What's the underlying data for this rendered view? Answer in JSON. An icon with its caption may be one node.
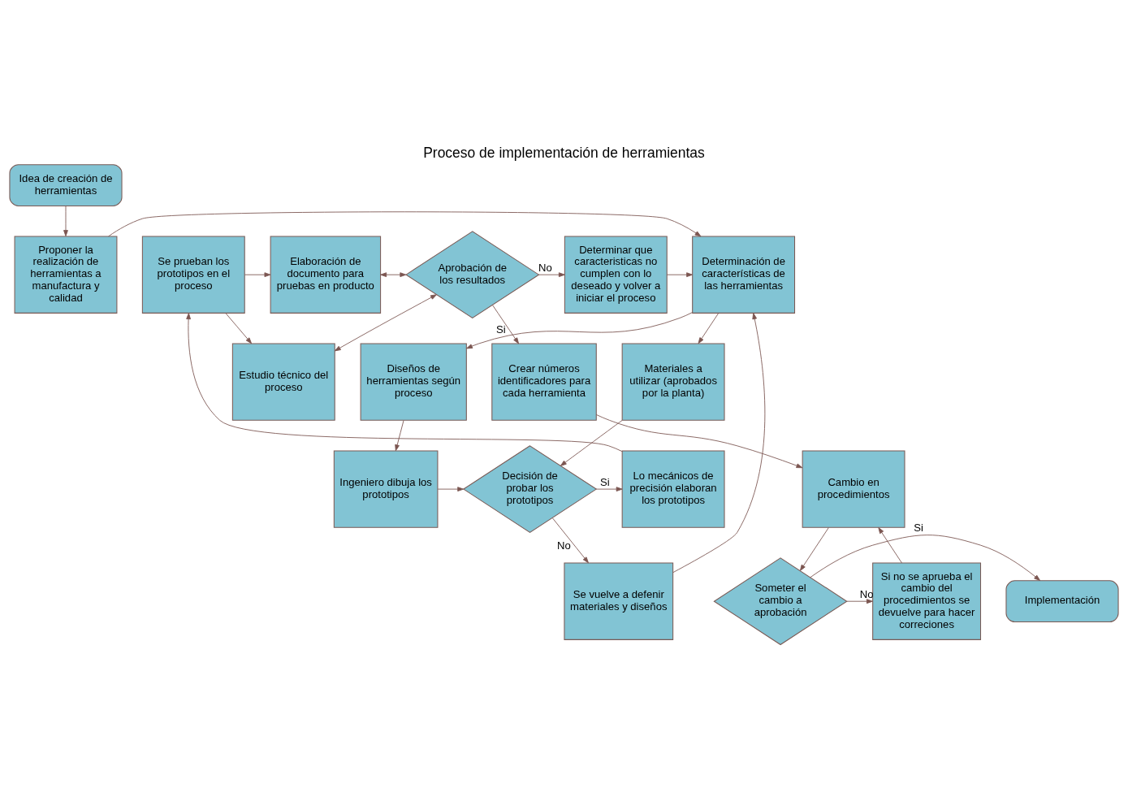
{
  "diagram": {
    "title": "Proceso de implementación de herramientas",
    "nodes": [
      {
        "text": [
          "Idea de creación de herramientas"
        ]
      },
      {
        "text": [
          "Proponer la realización de herramientas a manufactura y calidad"
        ]
      },
      {
        "text": [
          "Determinación de características de las herramientas"
        ]
      },
      {
        "text": [
          "Diseños de herramientas según proceso"
        ]
      },
      {
        "text": [
          "Materiales a utilizar (aprobados por la planta)"
        ]
      },
      {
        "text": [
          "Ingeniero dibuja los prototipos"
        ]
      },
      {
        "text": [
          "Decisión de probar los prototipos"
        ]
      },
      {
        "text": [
          "Lo mecánicos de precisión elaboran los prototipos"
        ]
      },
      {
        "text": [
          "Se vuelve a defenir materiales y diseños"
        ]
      },
      {
        "text": [
          "Se prueban los prototipos en el proceso"
        ]
      },
      {
        "text": [
          "Elaboración de documento para pruebas en producto"
        ]
      },
      {
        "text": [
          "Estudio técnico del proceso"
        ]
      },
      {
        "text": [
          "Aprobación de los resultados"
        ]
      },
      {
        "text": [
          "Determinar que caracteristicas no cumplen con lo deseado y volver a iniciar el proceso"
        ]
      },
      {
        "text": [
          "Crear números identificadores para cada herramienta"
        ]
      },
      {
        "text": [
          "Cambio en procedimientos"
        ]
      },
      {
        "text": [
          "Someter el cambio a aprobación"
        ]
      },
      {
        "text": [
          "Implementación"
        ]
      },
      {
        "text": [
          "Si no se aprueba el cambio del procedimientos se devuelve para hacer correciones"
        ]
      }
    ],
    "edges": [
      {
        "from": 0,
        "to": 1,
        "arrow": "to"
      },
      {
        "from": 1,
        "to": 2,
        "arrow": "to"
      },
      {
        "from": 2,
        "to": 3,
        "arrow": "to"
      },
      {
        "from": 2,
        "to": 4,
        "arrow": "to"
      },
      {
        "from": 3,
        "to": 5,
        "arrow": "to"
      },
      {
        "from": 4,
        "to": 6,
        "arrow": "to"
      },
      {
        "from": 5,
        "to": 6,
        "arrow": "to"
      },
      {
        "from": 6,
        "to": 7,
        "arrow": "to",
        "label": "Si"
      },
      {
        "from": 6,
        "to": 8,
        "arrow": "to",
        "label": "No"
      },
      {
        "from": 8,
        "to": 2,
        "arrow": "to"
      },
      {
        "from": 7,
        "to": 9,
        "arrow": "to"
      },
      {
        "from": 9,
        "to": 10,
        "arrow": "to"
      },
      {
        "from": 9,
        "to": 11,
        "arrow": "to"
      },
      {
        "from": 10,
        "to": 12,
        "arrow": "both"
      },
      {
        "from": 11,
        "to": 12,
        "arrow": "both"
      },
      {
        "from": 12,
        "to": 13,
        "arrow": "to",
        "label": "No"
      },
      {
        "from": 12,
        "to": 14,
        "arrow": "to",
        "label": "Si"
      },
      {
        "from": 13,
        "to": 2,
        "arrow": "to"
      },
      {
        "from": 14,
        "to": 15,
        "arrow": "to"
      },
      {
        "from": 15,
        "to": 16,
        "arrow": "to"
      },
      {
        "from": 16,
        "to": 17,
        "arrow": "to",
        "label": "Si"
      },
      {
        "from": 16,
        "to": 18,
        "arrow": "to",
        "label": "No"
      },
      {
        "from": 18,
        "to": 15,
        "arrow": "to"
      }
    ]
  }
}
